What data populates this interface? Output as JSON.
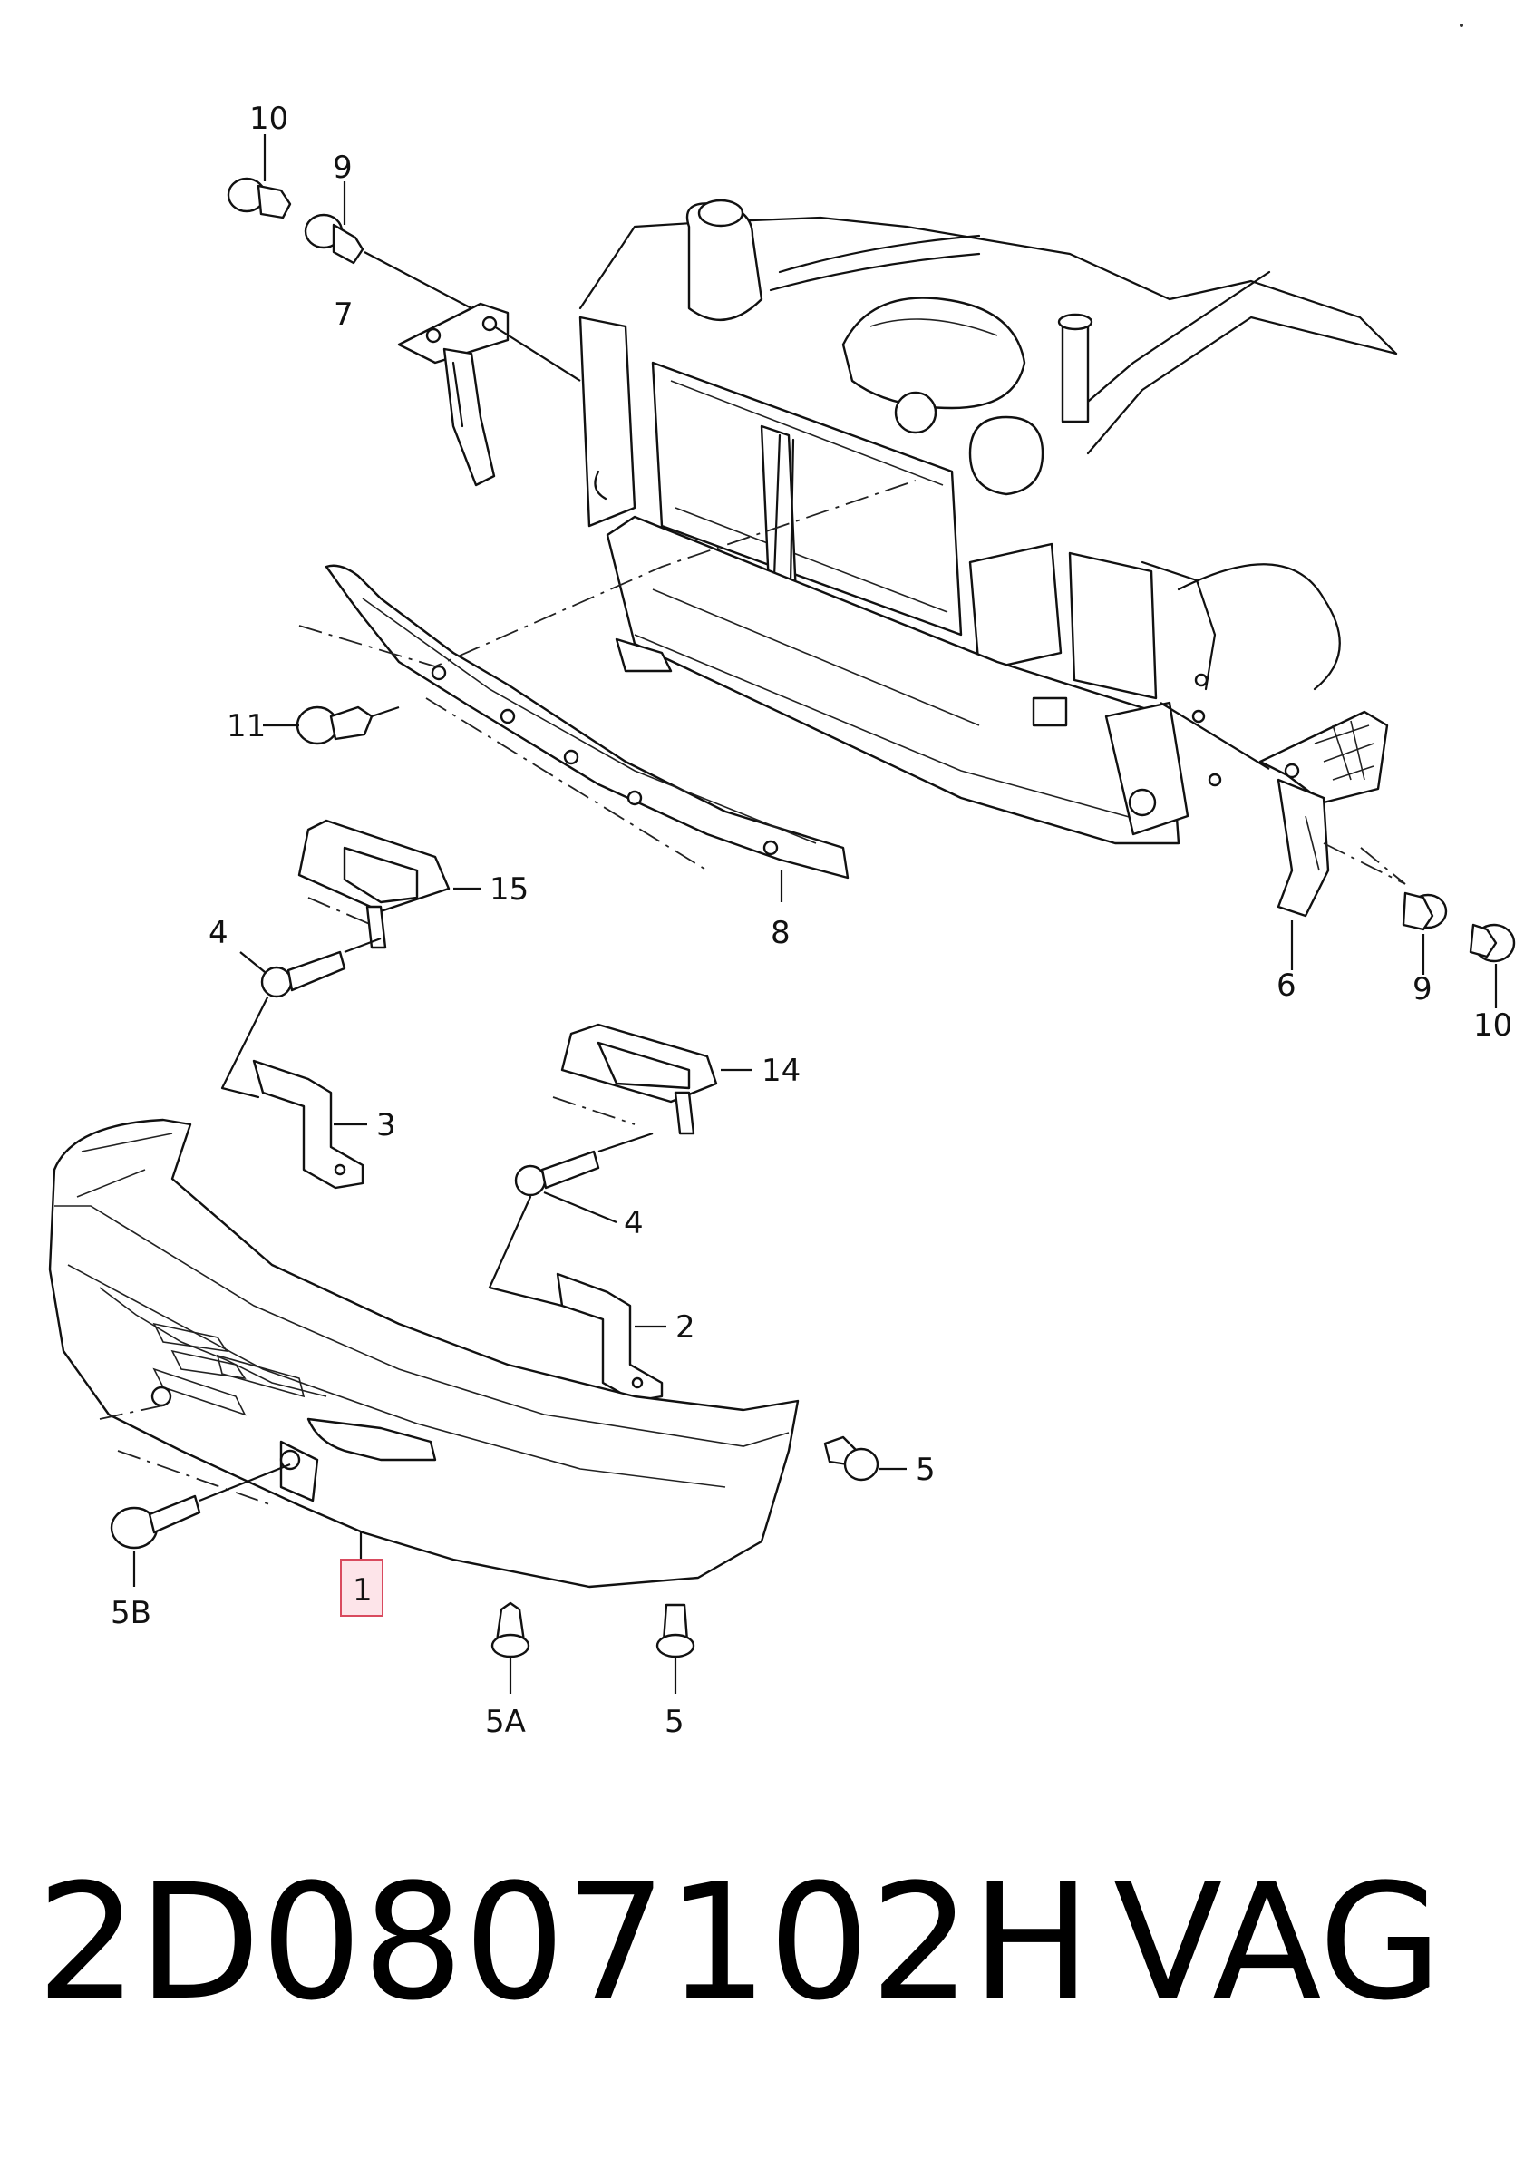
{
  "diagram": {
    "callouts": {
      "c10a": "10",
      "c9a": "9",
      "c7": "7",
      "c11": "11",
      "c15": "15",
      "c8": "8",
      "c4a": "4",
      "c3": "3",
      "c14": "14",
      "c4b": "4",
      "c2": "2",
      "c6": "6",
      "c9b": "9",
      "c10b": "10",
      "c5a": "5",
      "c5b": "5",
      "c5B": "5B",
      "c5A": "5A",
      "c1": "1"
    },
    "highlight_color": "#d94a5e"
  },
  "caption": {
    "part_number": "2D0807102H",
    "brand": "VAG"
  }
}
